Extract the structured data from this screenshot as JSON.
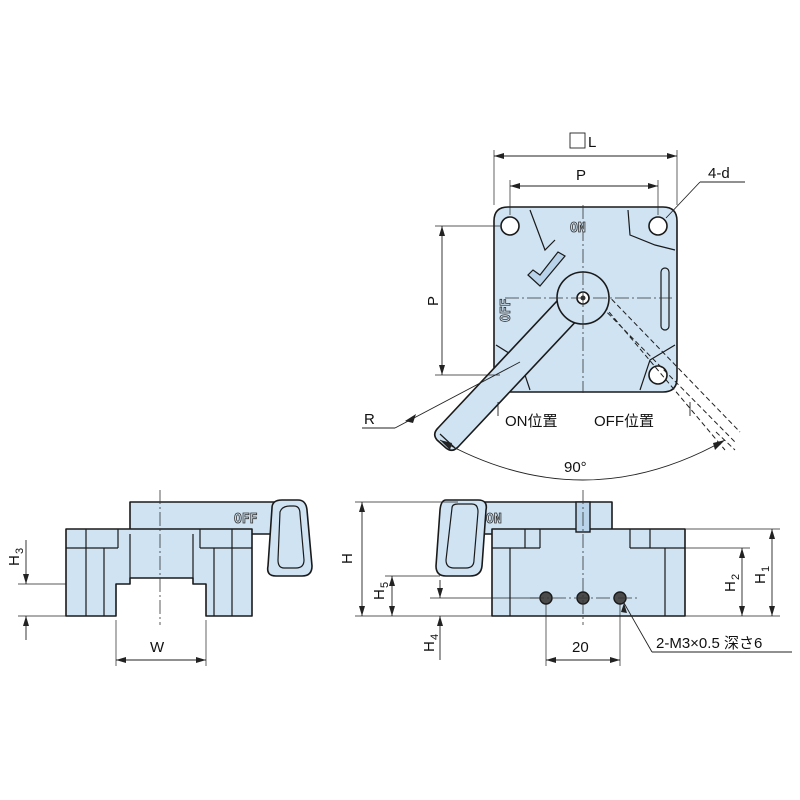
{
  "labels": {
    "square_L": "L",
    "four_d": "4-d",
    "p_top": "P",
    "p_side": "P",
    "r": "R",
    "on_pos": "ON位置",
    "off_pos": "OFF位置",
    "angle": "90°",
    "on_mark": "ON",
    "off_mark": "OFF",
    "h3_main": "H",
    "h3_sub": "3",
    "w": "W",
    "h_main": "H",
    "h5_main": "H",
    "h5_sub": "5",
    "h4_main": "H",
    "h4_sub": "4",
    "h2_main": "H",
    "h2_sub": "2",
    "h1_main": "H",
    "h1_sub": "1",
    "twenty": "20",
    "thread_note": "2-M3×0.5 深さ6",
    "front_off_mark": "OFF",
    "side_on_mark": "ON"
  },
  "colors": {
    "part_fill": "#cfe3f3",
    "outline": "#1a1a1a"
  }
}
